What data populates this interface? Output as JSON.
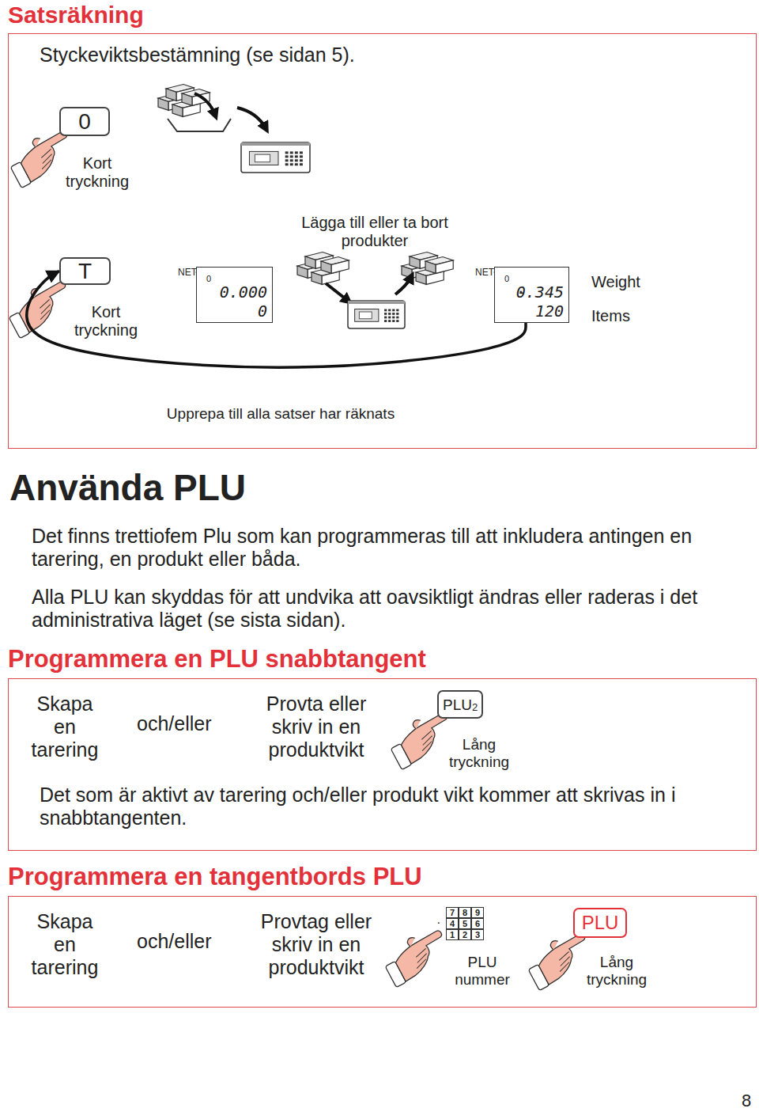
{
  "diagram": {
    "nodes": [
      {
        "text": [
          "Satsräkning",
          "Styckeviktsbestämning (se sidan 5)."
        ]
      },
      {
        "text": [
          "0"
        ],
        "in": 0
      },
      {
        "text": [
          "T"
        ],
        "in": 0
      },
      {
        "text": [
          "0",
          "0.000",
          "0"
        ],
        "in": 0
      },
      {
        "text": [
          "0",
          "-",
          "0.345",
          "120"
        ],
        "in": 0
      },
      {
        "text": [
          "Programmera en PLU snabbtangent",
          "Det som är aktivt av tarering och/eller produkt vikt kommer att skrivas in i snabbtangenten."
        ]
      },
      {
        "text": [
          "PLU",
          "2"
        ],
        "in": 5
      },
      {
        "text": [
          "Programmera en tangentbords PLU"
        ]
      },
      {
        "text": [
          "7",
          "8",
          "9",
          "·",
          "4",
          "5",
          "6",
          "1",
          "2",
          "3"
        ],
        "in": 7
      },
      {
        "text": [
          "PLU"
        ],
        "in": 7
      }
    ],
    "edges": [
      {
        "from": 4,
        "to": 2,
        "arrow": "to"
      }
    ],
    "labels": [
      "Kort tryckning",
      "Lägga till eller ta bort produkter",
      "Kort tryckning",
      "NET",
      "NET",
      "Weight",
      "Items",
      "Upprepa till alla satser har räknats",
      "Använda PLU",
      "Det finns trettiofem Plu som kan programmeras till att inkludera antingen en tarering, en produkt eller båda.",
      "Alla PLU kan skyddas för att undvika att oavsiktligt ändras eller raderas i det administrativa läget (se sista sidan).",
      "Skapa en tarering",
      "och/eller",
      "Provta eller skriv in en produktvikt",
      "Lång tryckning",
      "Skapa en tarering",
      "och/eller",
      "Provtag eller skriv in en produktvikt",
      "PLU nummer",
      "Lång tryckning",
      "8"
    ]
  }
}
